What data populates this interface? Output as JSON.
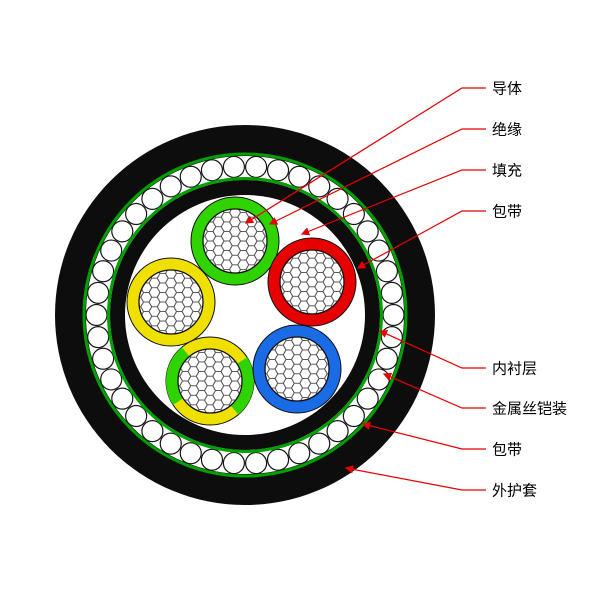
{
  "diagram": {
    "type": "cable-cross-section",
    "labels": [
      {
        "text": "导体"
      },
      {
        "text": "绝缘"
      },
      {
        "text": "填充"
      },
      {
        "text": "包带"
      },
      {
        "text": "内衬层"
      },
      {
        "text": "金属丝铠装"
      },
      {
        "text": "包带"
      },
      {
        "text": "外护套"
      }
    ],
    "colors": {
      "background": "#ffffff",
      "sheath": "#0d0d0d",
      "tape_green": "#00a000",
      "core_green": "#2fd400",
      "core_red": "#e60000",
      "core_yellow": "#f0e000",
      "core_blue": "#1a6be6",
      "leader": "#e60000"
    }
  }
}
